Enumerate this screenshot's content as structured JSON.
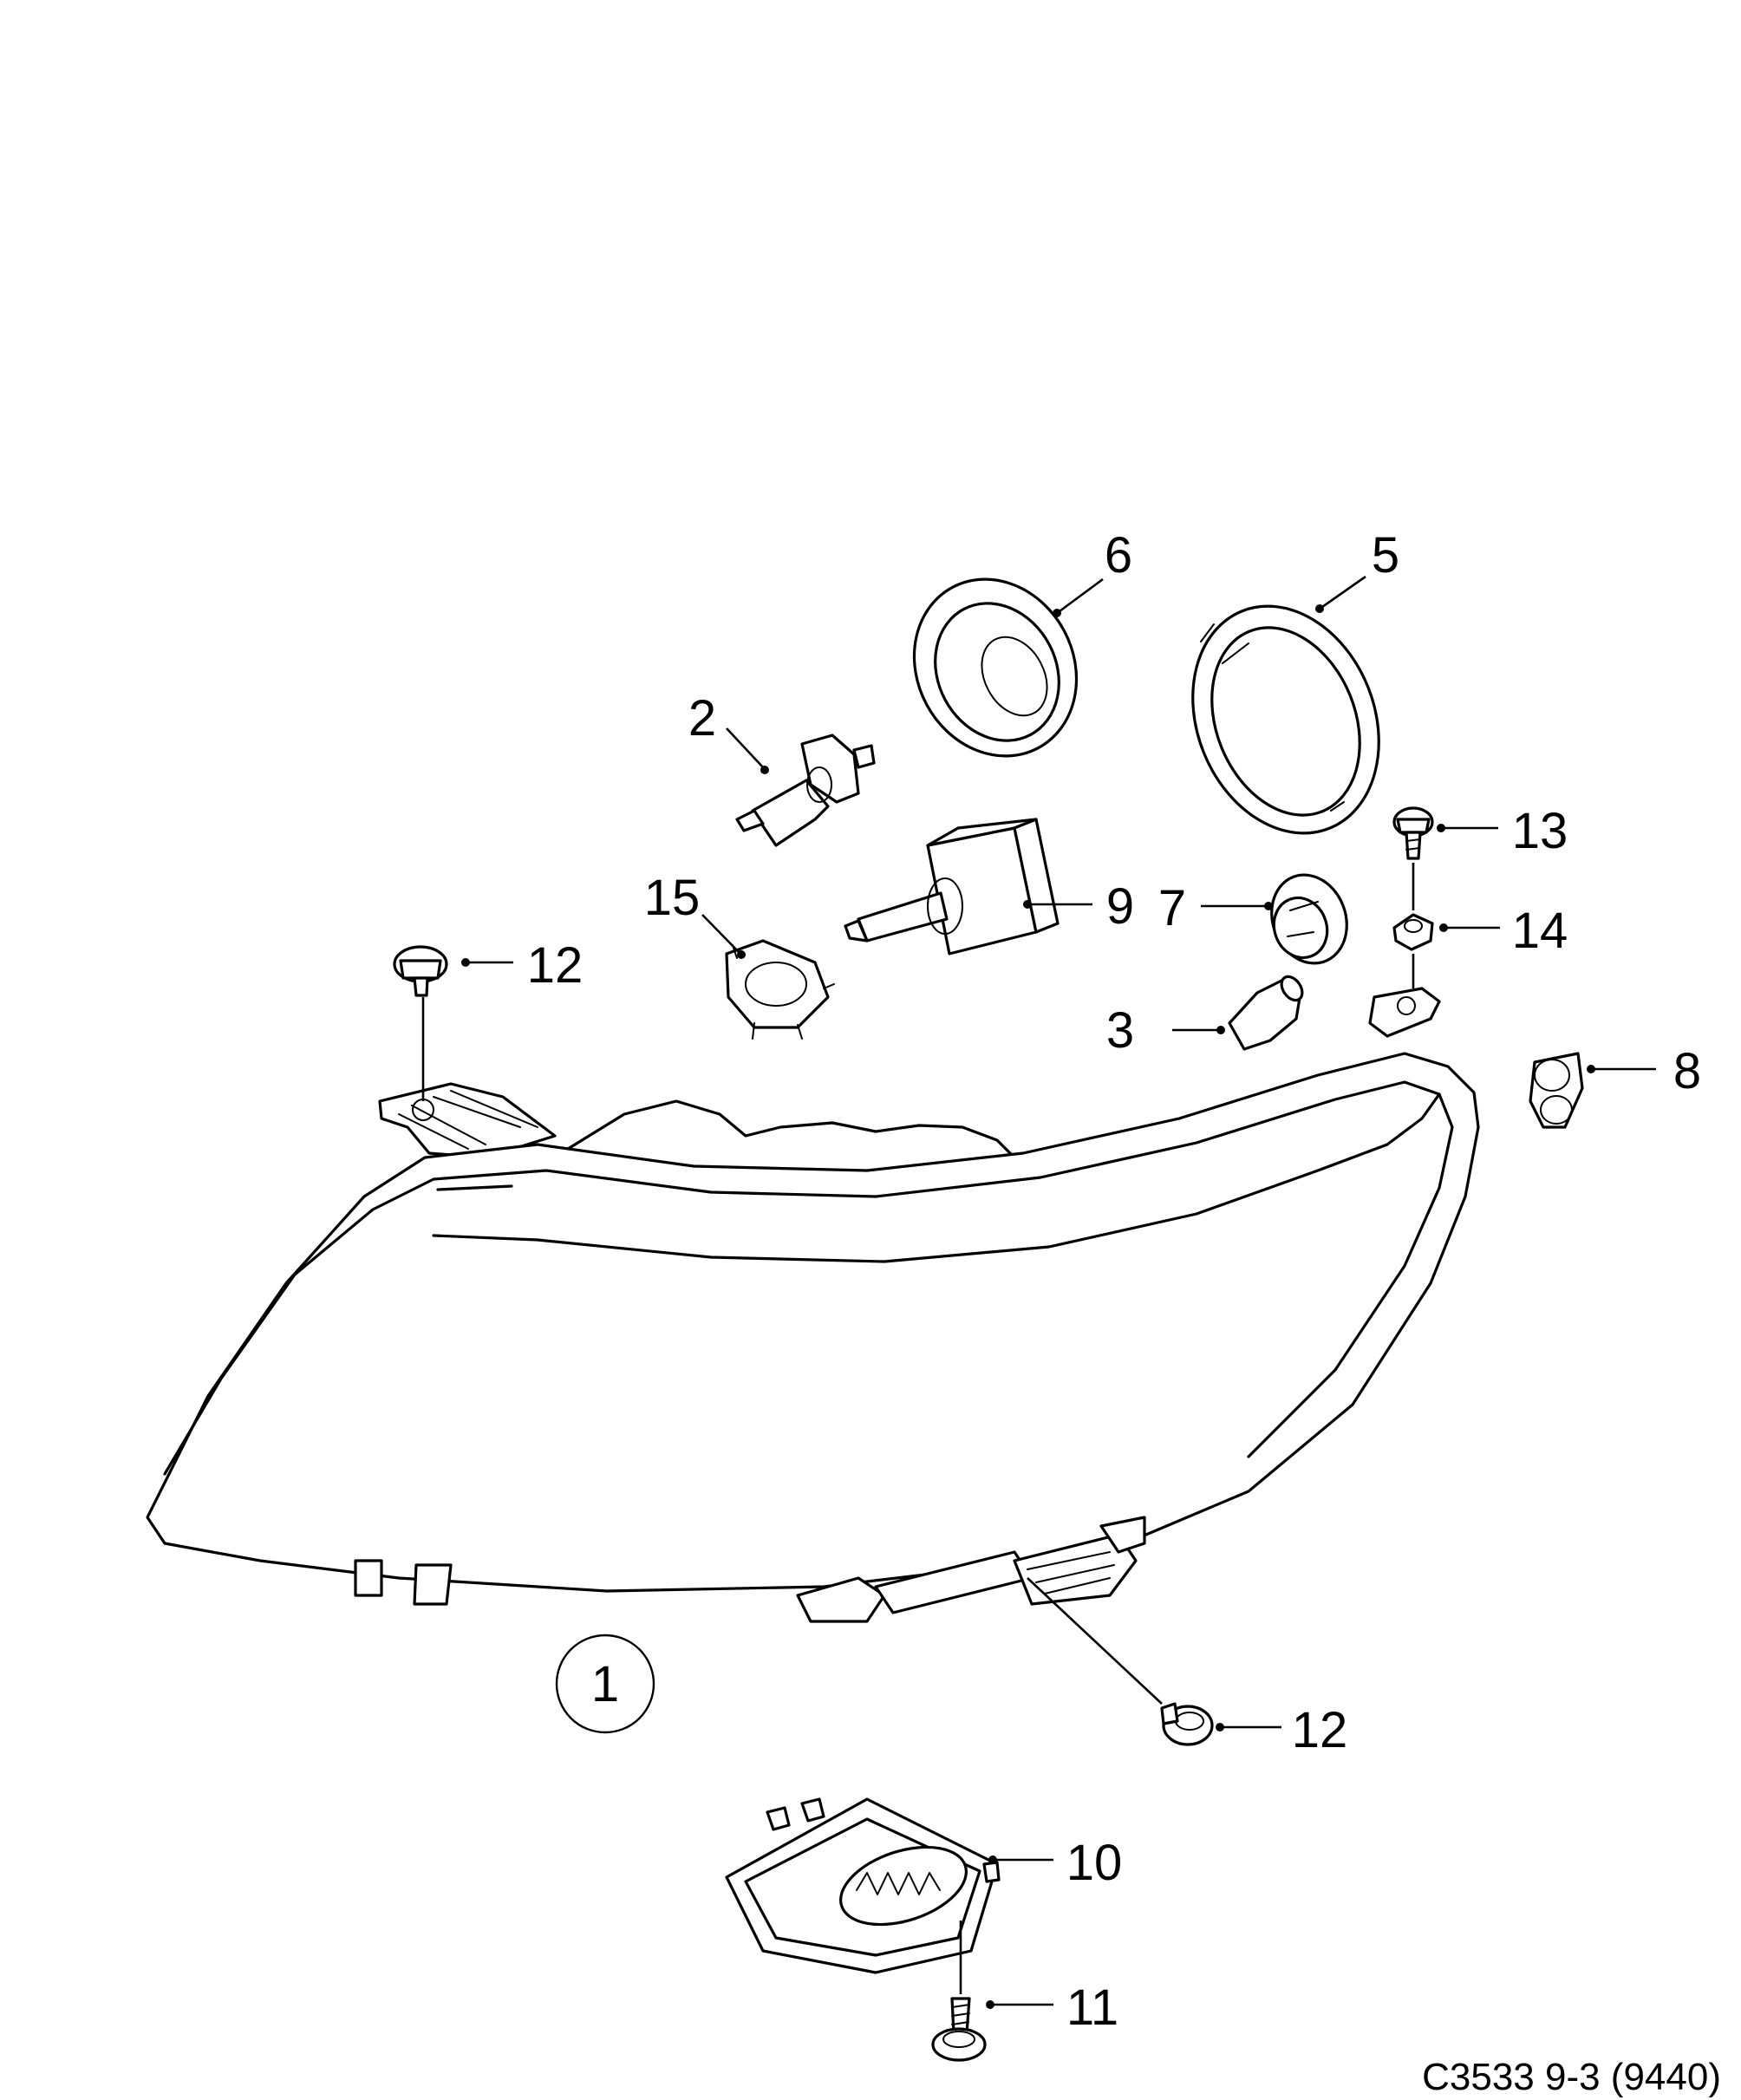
{
  "diagram": {
    "reference": "C3533 9-3 (9440)",
    "callouts": {
      "c1": "1",
      "c2": "2",
      "c3": "3",
      "c5": "5",
      "c6": "6",
      "c7": "7",
      "c8": "8",
      "c9": "9",
      "c10": "10",
      "c11": "11",
      "c12a": "12",
      "c12b": "12",
      "c13": "13",
      "c14": "14",
      "c15": "15"
    }
  }
}
